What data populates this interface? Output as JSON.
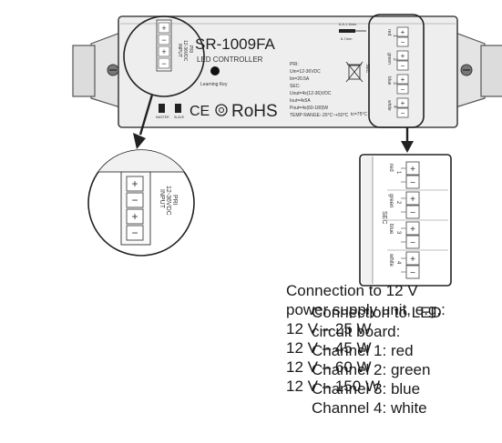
{
  "device": {
    "model": "SR-1009FA",
    "subtitle": "LED CONTROLLER",
    "learning_key_label": "Learning Key",
    "cert_marks": "CE",
    "rohs": "RoHS",
    "pri_specs": [
      "PRI:",
      "Uin=12-36VDC",
      "Iin=20.5A",
      "SEC:",
      "Uout=4x(12-36)VDC",
      "Iout=4x5A",
      "Pout=4x(60-180)W",
      "TEMP RANGE:-20°C~+50°C"
    ],
    "tc_label": "tc=75°C",
    "sec_label": "SEC",
    "strip_label": "6-8-1.5mm",
    "strip_label2": "6-7mm",
    "master_label": "MASTER",
    "slave_label": "SLAVE",
    "input_label": "INPUT",
    "input_volt": "12-36VDC",
    "input_pri": "PRI"
  },
  "output_channels": [
    {
      "color_label": "red",
      "number": "1"
    },
    {
      "color_label": "green",
      "number": "2"
    },
    {
      "color_label": "blue",
      "number": "3"
    },
    {
      "color_label": "white",
      "number": "4"
    }
  ],
  "zoom_input": {
    "terminals": [
      "+",
      "−",
      "+",
      "−"
    ],
    "input_label": "INPUT",
    "volt_label": "12-36VDC",
    "pri_label": "PRI"
  },
  "zoom_output": {
    "sec_label": "SEC"
  },
  "captions": {
    "left": [
      "Connection to 12 V",
      "power supply unit, e.g.:",
      "12 V – 25 W",
      "12 V – 45 W",
      "12 V – 60 W",
      "12 V – 150 W"
    ],
    "right": [
      "Connection to LED",
      "circuit board:",
      "Channel 1: red",
      "Channel 2: green",
      "Channel 3: blue",
      "Channel 4: white"
    ]
  }
}
